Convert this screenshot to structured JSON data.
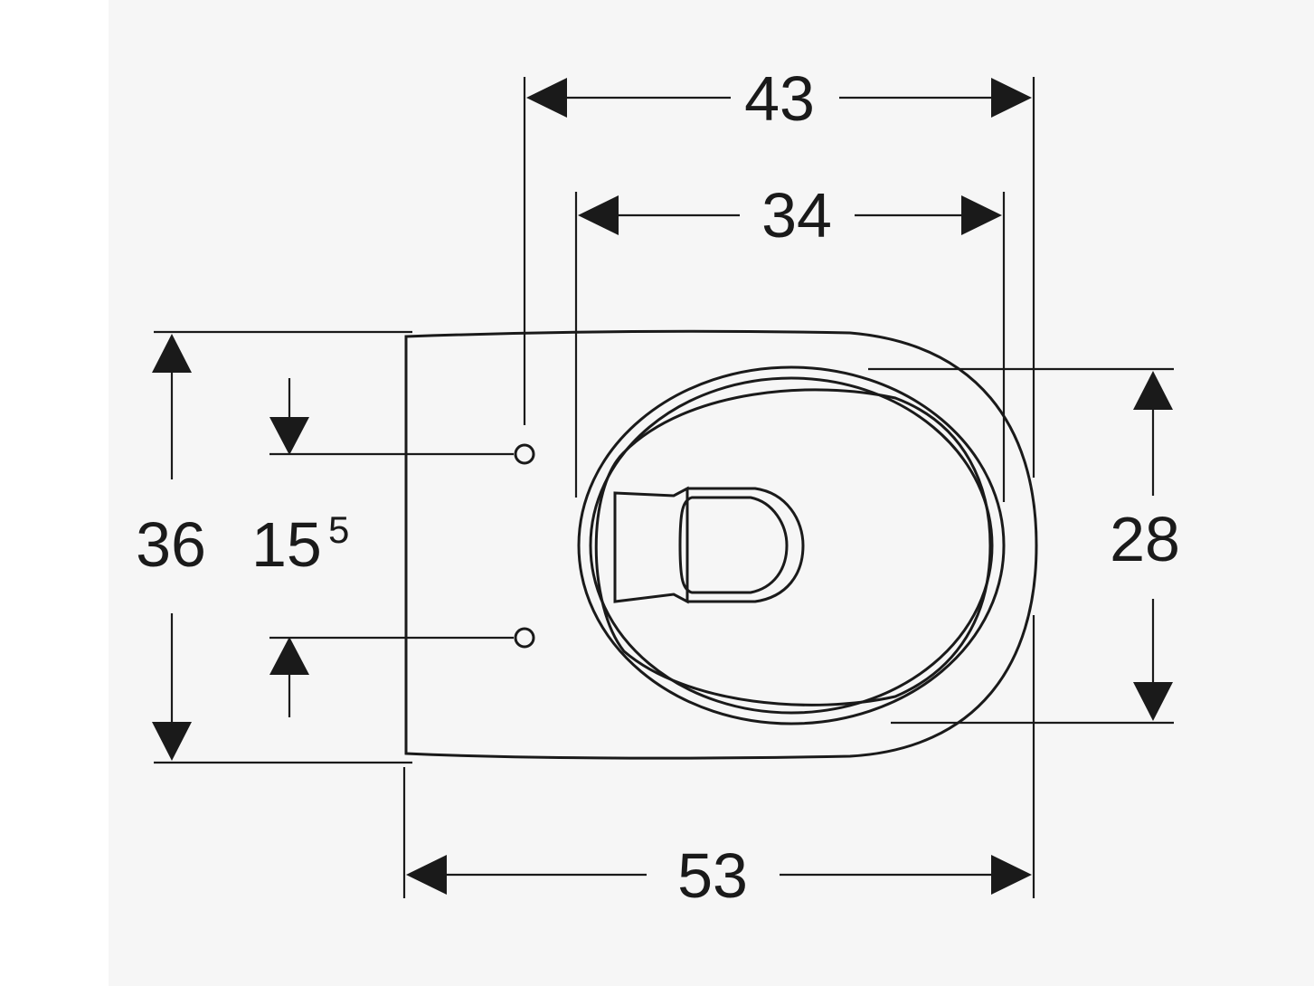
{
  "dimensions": {
    "overall_width": "43",
    "bowl_width": "34",
    "height": "36",
    "fixing_spacing": "15",
    "fixing_spacing_superscript": "5",
    "bowl_length": "28",
    "depth": "53"
  }
}
